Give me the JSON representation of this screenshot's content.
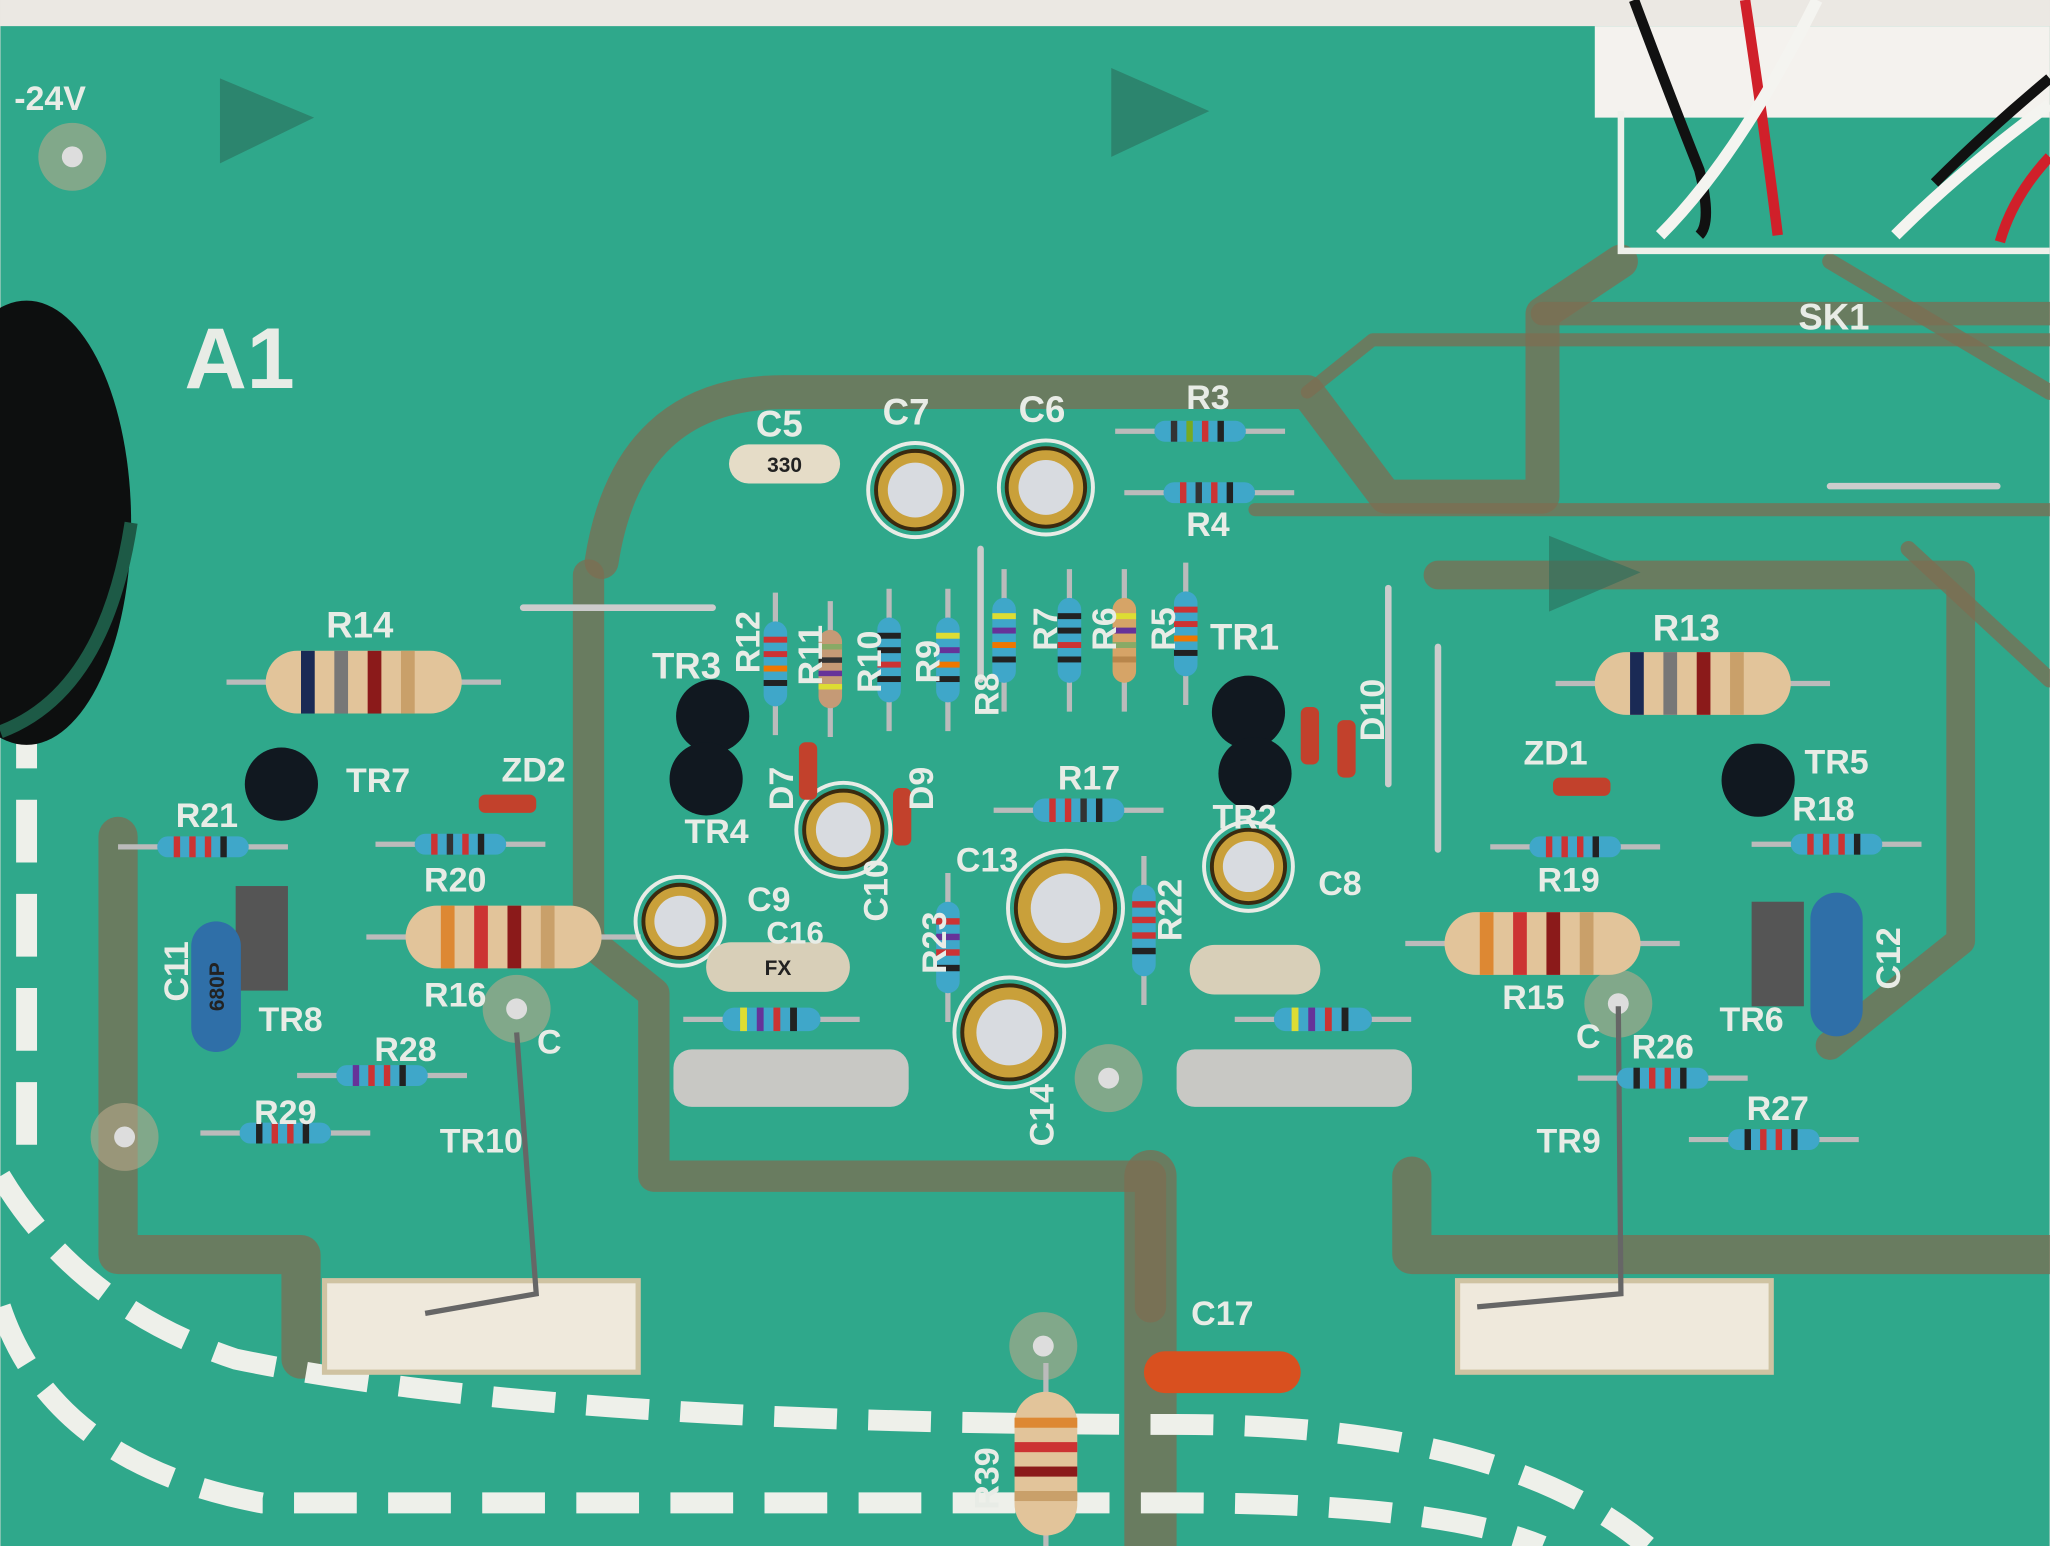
{
  "board": {
    "designator": "A1",
    "voltage_label": "-24V",
    "connector_label": "SK1",
    "colors": {
      "solder_mask": "#2fa88b",
      "trace": "#7d6e52",
      "silkscreen": "#e8ece6"
    }
  },
  "labels": {
    "C5": "C5",
    "C7": "C7",
    "C6": "C6",
    "R3": "R3",
    "R4": "R4",
    "R14": "R14",
    "R13": "R13",
    "TR3": "TR3",
    "R12": "R12",
    "R11": "R11",
    "R10": "R10",
    "R9": "R9",
    "R8": "R8",
    "R7": "R7",
    "R6": "R6",
    "R5": "R5",
    "TR1": "TR1",
    "D10": "D10",
    "TR7": "TR7",
    "ZD2": "ZD2",
    "ZD1": "ZD1",
    "TR5": "TR5",
    "R21": "R21",
    "R20": "R20",
    "R17": "R17",
    "TR4": "TR4",
    "D7": "D7",
    "D9": "D9",
    "TR2": "TR2",
    "R18": "R18",
    "R19": "R19",
    "C9": "C9",
    "C13": "C13",
    "C10": "C10",
    "C8": "C8",
    "R23": "R23",
    "R22": "R22",
    "C16": "C16",
    "C11": "C11",
    "TR8": "TR8",
    "R16": "R16",
    "C_left": "C",
    "R15": "R15",
    "C_right": "C",
    "R26": "R26",
    "TR6": "TR6",
    "C12": "C12",
    "R28": "R28",
    "R29": "R29",
    "TR10": "TR10",
    "TR9": "TR9",
    "R27": "R27",
    "C14": "C14",
    "C17": "C17",
    "R39": "R39"
  },
  "component_markings": {
    "C5": "330",
    "C16": "FX",
    "C11": "680P"
  }
}
